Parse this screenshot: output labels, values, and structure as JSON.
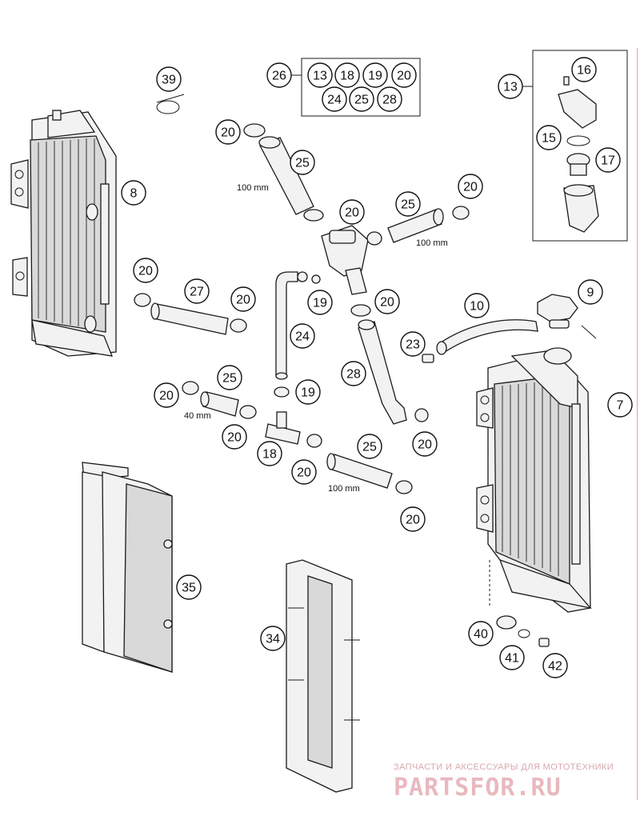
{
  "callouts": [
    {
      "id": "c39",
      "label": "39"
    },
    {
      "id": "c26",
      "label": "26"
    },
    {
      "id": "c26_13",
      "label": "13"
    },
    {
      "id": "c26_18",
      "label": "18"
    },
    {
      "id": "c26_19",
      "label": "19"
    },
    {
      "id": "c26_20",
      "label": "20"
    },
    {
      "id": "c26_24",
      "label": "24"
    },
    {
      "id": "c26_25",
      "label": "25"
    },
    {
      "id": "c26_28",
      "label": "28"
    },
    {
      "id": "c13",
      "label": "13"
    },
    {
      "id": "c16",
      "label": "16"
    },
    {
      "id": "c15",
      "label": "15"
    },
    {
      "id": "c17",
      "label": "17"
    },
    {
      "id": "c8",
      "label": "8"
    },
    {
      "id": "c20a",
      "label": "20"
    },
    {
      "id": "c25a",
      "label": "25"
    },
    {
      "id": "c20b",
      "label": "20"
    },
    {
      "id": "c25b",
      "label": "25"
    },
    {
      "id": "c20c",
      "label": "20"
    },
    {
      "id": "c20d",
      "label": "20"
    },
    {
      "id": "c27",
      "label": "27"
    },
    {
      "id": "c20e",
      "label": "20"
    },
    {
      "id": "c19a",
      "label": "19"
    },
    {
      "id": "c20f",
      "label": "20"
    },
    {
      "id": "c24",
      "label": "24"
    },
    {
      "id": "c10",
      "label": "10"
    },
    {
      "id": "c9",
      "label": "9"
    },
    {
      "id": "c23",
      "label": "23"
    },
    {
      "id": "c28",
      "label": "28"
    },
    {
      "id": "c7",
      "label": "7"
    },
    {
      "id": "c20g",
      "label": "20"
    },
    {
      "id": "c25c",
      "label": "25"
    },
    {
      "id": "c19b",
      "label": "19"
    },
    {
      "id": "c20h",
      "label": "20"
    },
    {
      "id": "c18",
      "label": "18"
    },
    {
      "id": "c20i",
      "label": "20"
    },
    {
      "id": "c25d",
      "label": "25"
    },
    {
      "id": "c20j",
      "label": "20"
    },
    {
      "id": "c20k",
      "label": "20"
    },
    {
      "id": "c35",
      "label": "35"
    },
    {
      "id": "c34",
      "label": "34"
    },
    {
      "id": "c40",
      "label": "40"
    },
    {
      "id": "c41",
      "label": "41"
    },
    {
      "id": "c42",
      "label": "42"
    }
  ],
  "dimensions": {
    "hose_top": "100 mm",
    "hose_right": "100 mm",
    "hose_short": "40 mm",
    "hose_bottom": "100 mm"
  },
  "watermark": {
    "tagline": "ЗАПЧАСТИ И АКСЕССУАРЫ ДЛЯ МОТОТЕХНИКИ",
    "brand": "PARTSFOR.RU"
  }
}
